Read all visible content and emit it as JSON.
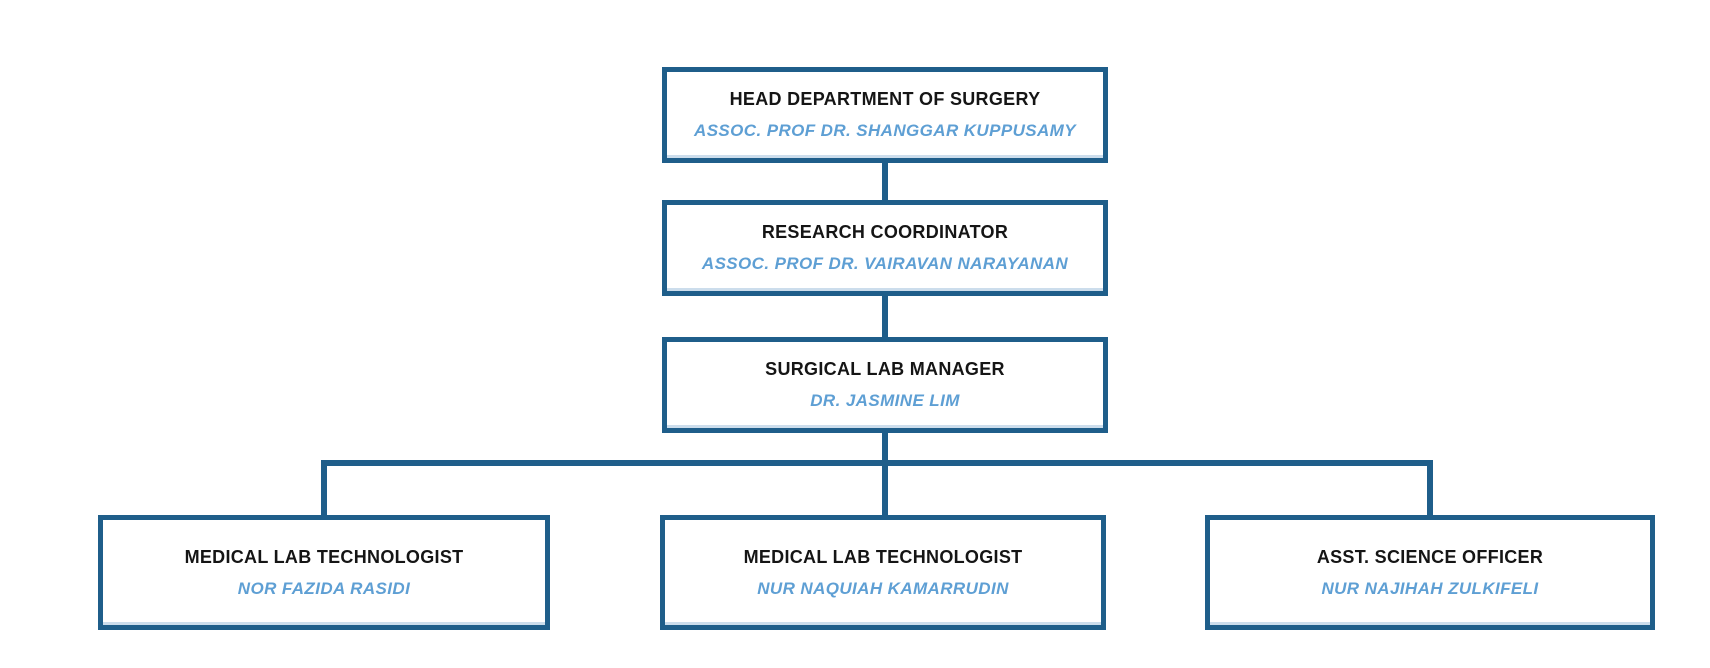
{
  "org_chart": {
    "nodes": [
      {
        "id": "head-department",
        "title": "HEAD DEPARTMENT OF SURGERY",
        "name": "ASSOC. PROF DR. SHANGGAR KUPPUSAMY"
      },
      {
        "id": "research-coordinator",
        "title": "RESEARCH COORDINATOR",
        "name": "ASSOC. PROF DR. VAIRAVAN NARAYANAN"
      },
      {
        "id": "surgical-lab-manager",
        "title": "SURGICAL LAB MANAGER",
        "name": "DR. JASMINE LIM"
      },
      {
        "id": "medical-lab-technologist-1",
        "title": "MEDICAL LAB TECHNOLOGIST",
        "name": "NOR FAZIDA RASIDI"
      },
      {
        "id": "medical-lab-technologist-2",
        "title": "MEDICAL LAB TECHNOLOGIST",
        "name": "NUR NAQUIAH KAMARRUDIN"
      },
      {
        "id": "asst-science-officer",
        "title": "ASST. SCIENCE OFFICER",
        "name": "NUR NAJIHAH ZULKIFELI"
      }
    ],
    "colors": {
      "border": "#1f5e8a",
      "title_text": "#151515",
      "name_text": "#5e9fd4",
      "background": "#ffffff"
    }
  }
}
